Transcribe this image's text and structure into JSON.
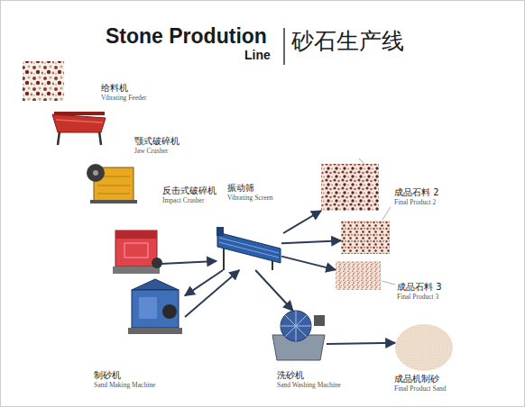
{
  "diagram": {
    "title": "Stone Prodution",
    "nodes": [
      {
        "text": [
          "给料机",
          "Vibrating Feeder"
        ]
      },
      {
        "text": [
          "颚式破碎机",
          "Jaw Crusher"
        ]
      },
      {
        "text": [
          "反击式破碎机",
          "Impact Crusher"
        ]
      },
      {
        "text": [
          "振动筛",
          "Vibrating Screen"
        ]
      },
      {
        "text": [
          "成品石料 2",
          "Final Product 2"
        ]
      },
      {
        "text": [
          "成品石料 3",
          "Final Product 3"
        ]
      },
      {
        "text": [
          "制砂机",
          "Sand Making Machine"
        ]
      },
      {
        "text": [
          "洗砂机",
          "Sand Washing Machine"
        ]
      },
      {
        "text": [
          "成品机制砂",
          "Final Product Sand"
        ]
      }
    ],
    "edges": [
      {
        "from": 2,
        "to": 3,
        "arrow": "to"
      },
      {
        "from": 3,
        "to": 6,
        "arrow": "to"
      },
      {
        "from": 6,
        "to": 3,
        "arrow": "to"
      },
      {
        "from": 3,
        "to": 7,
        "arrow": "to"
      },
      {
        "from": 3,
        "to": 4,
        "arrow": "to"
      },
      {
        "from": 3,
        "to": 5,
        "arrow": "to"
      },
      {
        "from": 7,
        "to": 8,
        "arrow": "to"
      }
    ],
    "labels": [
      "Line",
      "砂石生产线"
    ]
  }
}
